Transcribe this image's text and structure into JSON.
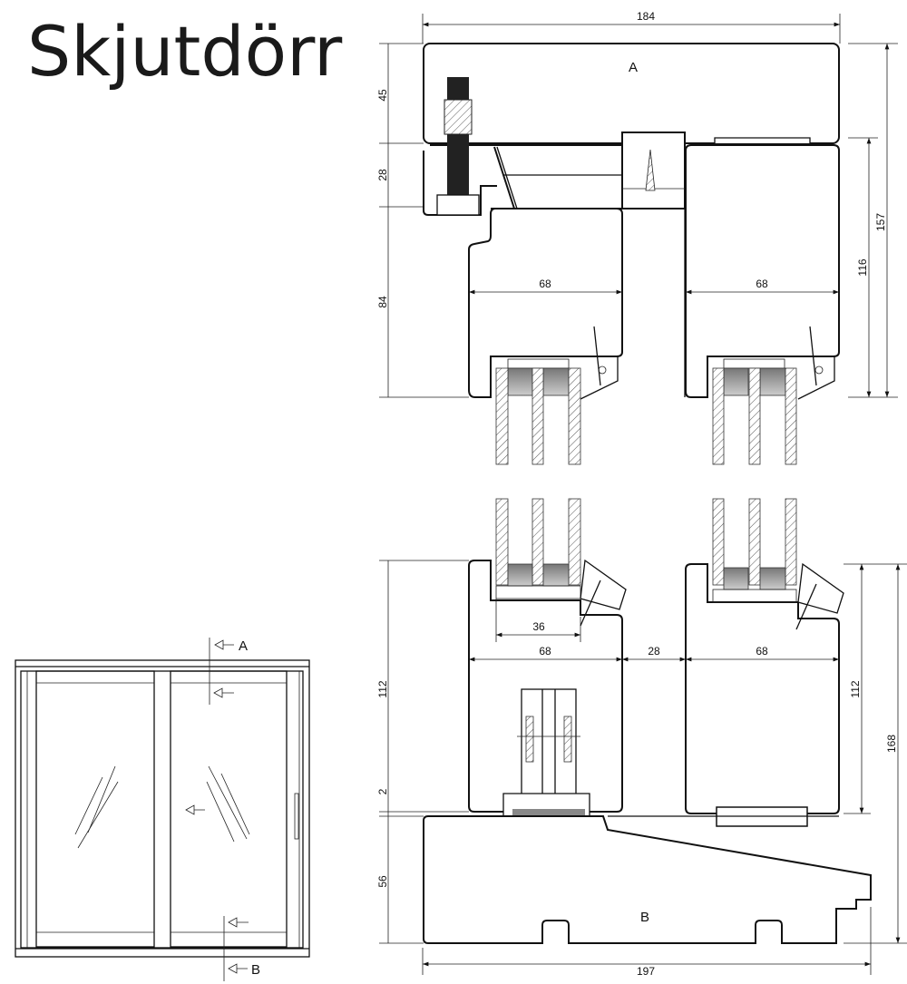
{
  "title": "Skjutdörr",
  "section_top": {
    "label": "A",
    "dims": {
      "width": "184",
      "head_top": "45",
      "head_mid": "28",
      "sash_height": "84",
      "sash_left_width": "68",
      "sash_right_width": "68",
      "right_inner": "116",
      "right_outer": "157"
    }
  },
  "section_bottom": {
    "label": "B",
    "dims": {
      "glass": "36",
      "sash_left_width": "68",
      "gap": "28",
      "sash_right_width": "68",
      "left_sash_height": "112",
      "gap_vertical": "2",
      "sill_height": "56",
      "right_sash_height": "112",
      "right_outer": "168",
      "total_width": "197"
    }
  },
  "elevation": {
    "section_a": "A",
    "section_b": "B"
  }
}
